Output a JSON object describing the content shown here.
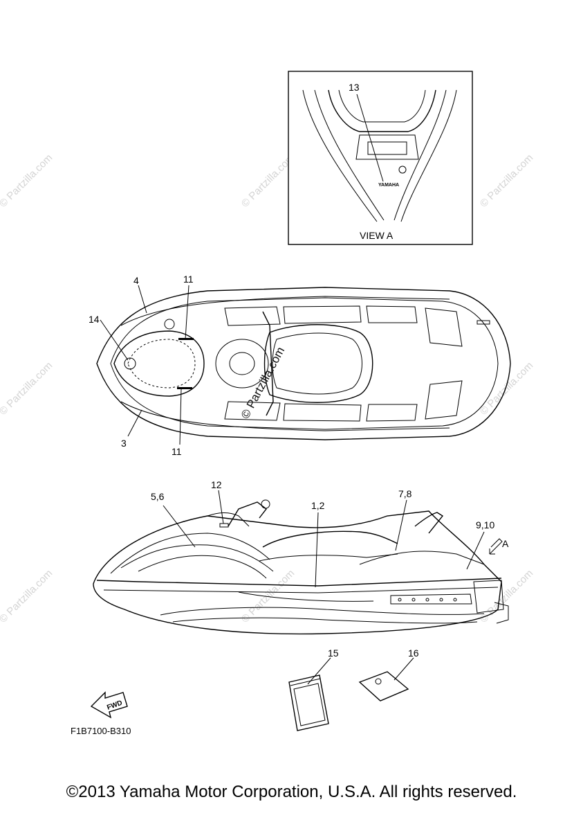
{
  "view_a": {
    "label": "VIEW A",
    "callout": "13",
    "logo_text": "YAMAHA"
  },
  "top_view": {
    "callouts": [
      "4",
      "11",
      "14",
      "3",
      "11"
    ]
  },
  "side_view": {
    "callouts": [
      "12",
      "5,6",
      "1,2",
      "7,8",
      "9,10"
    ],
    "view_marker": "A"
  },
  "accessories": {
    "callouts": [
      "15",
      "16"
    ]
  },
  "fwd_label": "FWD",
  "diagram_code": "F1B7100-B310",
  "watermarks": {
    "text": "© Partzilla.com",
    "center_text": "© Partzilla.com"
  },
  "copyright": "©2013 Yamaha Motor Corporation, U.S.A. All rights reserved."
}
